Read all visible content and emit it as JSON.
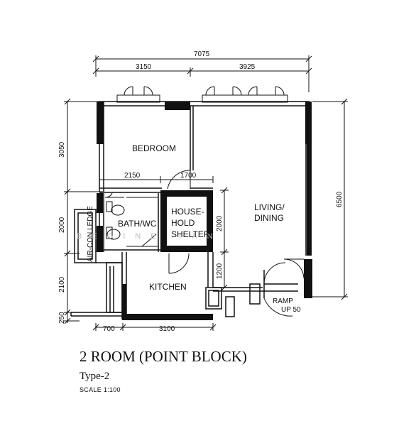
{
  "rooms": {
    "bedroom": "BEDROOM",
    "bath": "BATH/WC",
    "shelter_1": "HOUSE-",
    "shelter_2": "HOLD",
    "shelter_3": "SHELTER",
    "living_1": "LIVING/",
    "living_2": "DINING",
    "kitchen": "KITCHEN",
    "ledge": "AIR-CON LEDGE",
    "ramp_1": "RAMP",
    "ramp_2": "UP 50"
  },
  "dimensions": {
    "top_total": "7075",
    "top_left": "3150",
    "top_right": "3925",
    "left_1": "3050",
    "left_2": "2000",
    "left_3": "2100",
    "left_4": "250",
    "right_total": "6500",
    "inner_2150": "2150",
    "inner_1700": "1700",
    "inner_2000": "2000",
    "inner_1200": "1200",
    "bottom_1": "700",
    "bottom_2": "3100"
  },
  "watermark": "BEGINE TAN",
  "caption": {
    "title": "2 ROOM (POINT BLOCK)",
    "type": "Type-2",
    "scale": "SCALE 1:100"
  }
}
